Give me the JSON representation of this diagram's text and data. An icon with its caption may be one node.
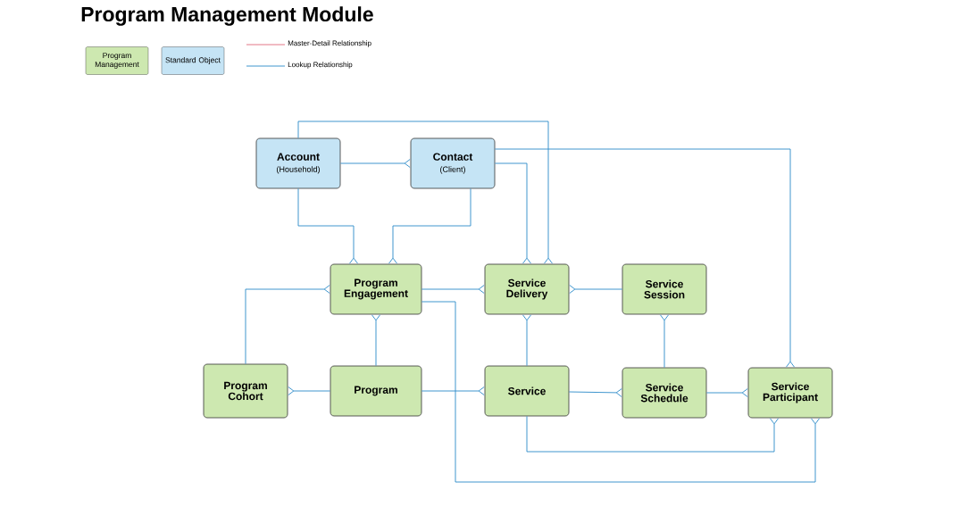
{
  "diagram": {
    "title": "Program Management Module",
    "nodes": [
      {
        "text": [
          "Account",
          "(Household)"
        ]
      },
      {
        "text": [
          "Contact",
          "(Client)"
        ]
      },
      {
        "text": [
          "Program Engagement"
        ]
      },
      {
        "text": [
          "Service Delivery"
        ]
      },
      {
        "text": [
          "Service Session"
        ]
      },
      {
        "text": [
          "Program Cohort"
        ]
      },
      {
        "text": [
          "Program"
        ]
      },
      {
        "text": [
          "Service"
        ]
      },
      {
        "text": [
          "Service Schedule"
        ]
      },
      {
        "text": [
          "Service Participant"
        ]
      }
    ],
    "edges": [
      {
        "from": 0,
        "to": 1,
        "arrow": "other"
      },
      {
        "from": 0,
        "to": 2,
        "arrow": "other"
      },
      {
        "from": 1,
        "to": 2,
        "arrow": "other"
      },
      {
        "from": 1,
        "to": 3,
        "arrow": "other"
      },
      {
        "from": 0,
        "to": 3,
        "arrow": "other"
      },
      {
        "from": 1,
        "to": 9,
        "arrow": "other"
      },
      {
        "from": 2,
        "to": 3,
        "arrow": "other"
      },
      {
        "from": 4,
        "to": 3,
        "arrow": "other"
      },
      {
        "from": 6,
        "to": 2,
        "arrow": "other"
      },
      {
        "from": 5,
        "to": 2,
        "arrow": "other"
      },
      {
        "from": 6,
        "to": 5,
        "arrow": "other"
      },
      {
        "from": 6,
        "to": 7,
        "arrow": "other"
      },
      {
        "from": 7,
        "to": 3,
        "arrow": "other"
      },
      {
        "from": 8,
        "to": 4,
        "arrow": "other"
      },
      {
        "from": 7,
        "to": 8,
        "arrow": "other"
      },
      {
        "from": 8,
        "to": 9,
        "arrow": "other"
      },
      {
        "from": 7,
        "to": 9,
        "arrow": "other"
      },
      {
        "from": 2,
        "to": 9,
        "arrow": "other"
      }
    ],
    "legend": [
      {
        "text": "Program Management",
        "color": "#cde8b0"
      },
      {
        "text": "Standard Object",
        "color": "#c5e4f5"
      },
      {
        "text": "Master-Detail Relationship"
      },
      {
        "text": "Lookup Relationship"
      }
    ]
  }
}
